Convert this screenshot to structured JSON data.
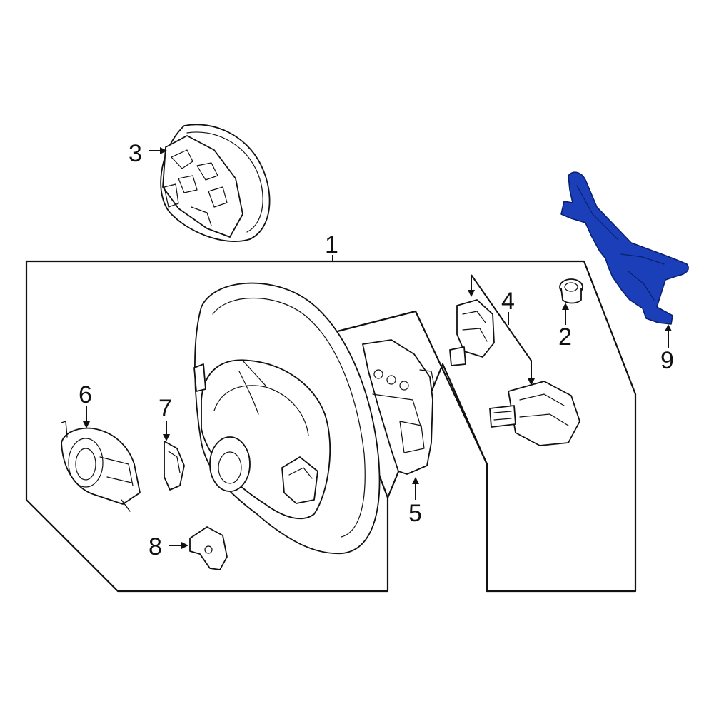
{
  "callouts": {
    "c1": "1",
    "c2": "2",
    "c3": "3",
    "c4": "4",
    "c5": "5",
    "c6": "6",
    "c7": "7",
    "c8": "8",
    "c9": "9"
  },
  "colors": {
    "highlight": "#1a3fb8",
    "highlight_stroke": "#0a1f6e",
    "line": "#111111",
    "background": "#ffffff"
  },
  "highlighted_part": "9"
}
